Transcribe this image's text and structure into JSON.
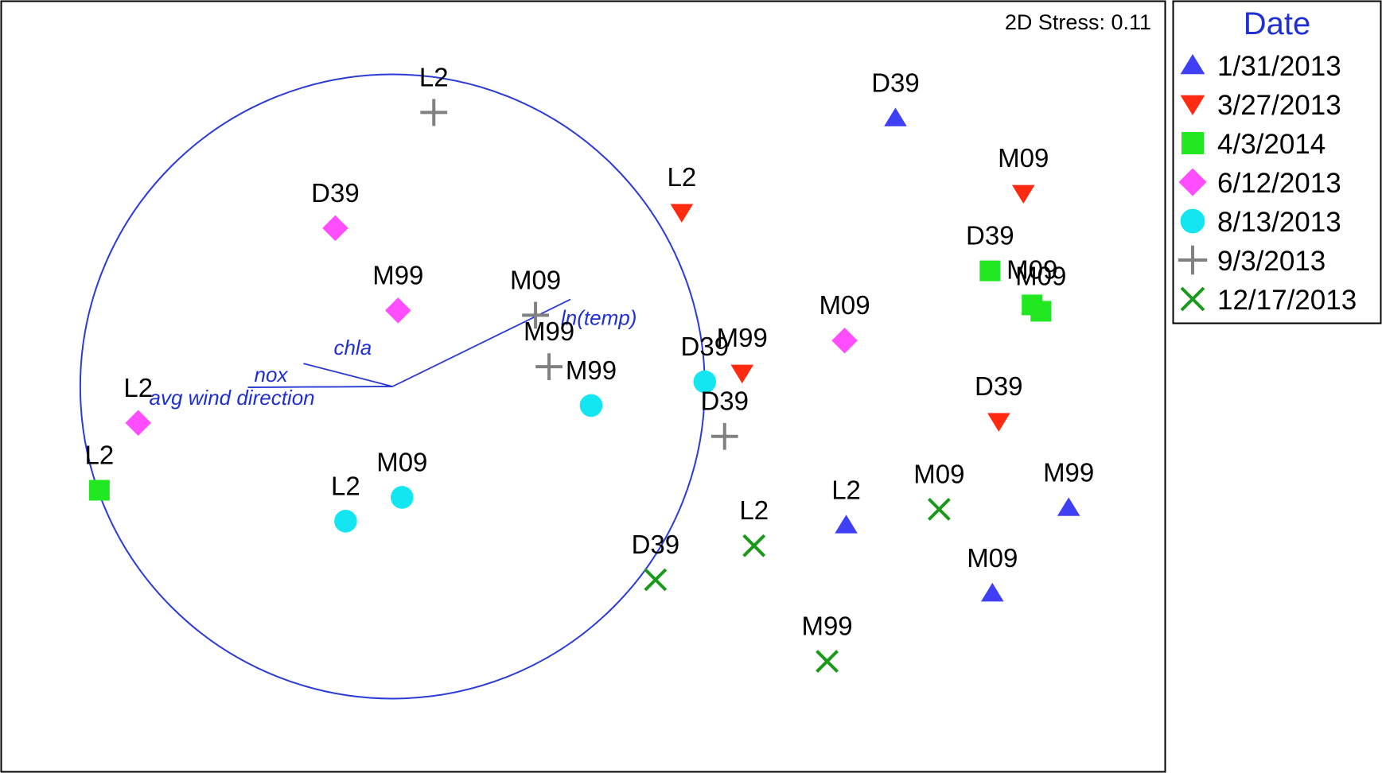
{
  "chart_data": {
    "type": "scatter",
    "stress_label": "2D Stress: 0.11",
    "legend": {
      "title": "Date",
      "placement": "right",
      "entries": [
        {
          "label": "1/31/2013",
          "marker": "triangle-up",
          "color": "#3f3ff5"
        },
        {
          "label": "3/27/2013",
          "marker": "triangle-down",
          "color": "#ff2a10"
        },
        {
          "label": "4/3/2014",
          "marker": "square",
          "color": "#22e822"
        },
        {
          "label": "6/12/2013",
          "marker": "diamond",
          "color": "#ff4dff"
        },
        {
          "label": "8/13/2013",
          "marker": "circle",
          "color": "#13e6f0"
        },
        {
          "label": "9/3/2013",
          "marker": "plus",
          "color": "#808080"
        },
        {
          "label": "12/17/2013",
          "marker": "cross",
          "color": "#1a9a1a"
        }
      ]
    },
    "xlim": [
      0,
      1465
    ],
    "ylim": [
      0,
      972
    ],
    "circle": {
      "cx": 492,
      "cy": 486,
      "r": 393
    },
    "vectors": [
      {
        "label": "chla",
        "to": [
          310,
          485
        ]
      },
      {
        "label": "avg wind direction",
        "to": [
          310,
          485
        ]
      },
      {
        "label": "nox",
        "to": [
          380,
          515
        ]
      },
      {
        "label": "ln(temp)",
        "to": [
          716,
          596
        ]
      }
    ],
    "points": [
      {
        "label": "L2",
        "series": 5,
        "x": 544,
        "y": 832
      },
      {
        "label": "D39",
        "series": 3,
        "x": 420,
        "y": 686
      },
      {
        "label": "M99",
        "series": 3,
        "x": 499,
        "y": 582
      },
      {
        "label": "L2",
        "series": 3,
        "x": 172,
        "y": 440
      },
      {
        "label": "L2",
        "series": 2,
        "x": 123,
        "y": 355
      },
      {
        "label": "M09",
        "series": 5,
        "x": 672,
        "y": 576
      },
      {
        "label": "M99",
        "series": 5,
        "x": 689,
        "y": 511
      },
      {
        "label": "M99",
        "series": 4,
        "x": 742,
        "y": 462
      },
      {
        "label": "L2",
        "series": 4,
        "x": 433,
        "y": 316
      },
      {
        "label": "M09",
        "series": 4,
        "x": 504,
        "y": 346
      },
      {
        "label": "L2",
        "series": 1,
        "x": 856,
        "y": 706
      },
      {
        "label": "D39",
        "series": 0,
        "x": 1125,
        "y": 825
      },
      {
        "label": "M09",
        "series": 1,
        "x": 1286,
        "y": 730
      },
      {
        "label": "D39",
        "series": 2,
        "x": 1244,
        "y": 632
      },
      {
        "label": "M09",
        "series": 2,
        "x": 1297,
        "y": 589
      },
      {
        "label": "M09",
        "series": 2,
        "x": 1308,
        "y": 581
      },
      {
        "label": "M09",
        "series": 3,
        "x": 1061,
        "y": 544
      },
      {
        "label": "D39",
        "series": 4,
        "x": 885,
        "y": 492
      },
      {
        "label": "M99",
        "series": 1,
        "x": 932,
        "y": 503
      },
      {
        "label": "D39",
        "series": 5,
        "x": 910,
        "y": 423
      },
      {
        "label": "D39",
        "series": 1,
        "x": 1255,
        "y": 442
      },
      {
        "label": "L2",
        "series": 0,
        "x": 1063,
        "y": 311
      },
      {
        "label": "M09",
        "series": 6,
        "x": 1180,
        "y": 331
      },
      {
        "label": "M99",
        "series": 0,
        "x": 1343,
        "y": 333
      },
      {
        "label": "L2",
        "series": 6,
        "x": 947,
        "y": 285
      },
      {
        "label": "D39",
        "series": 6,
        "x": 823,
        "y": 242
      },
      {
        "label": "M09",
        "series": 0,
        "x": 1247,
        "y": 225
      },
      {
        "label": "M99",
        "series": 6,
        "x": 1039,
        "y": 139
      }
    ]
  }
}
